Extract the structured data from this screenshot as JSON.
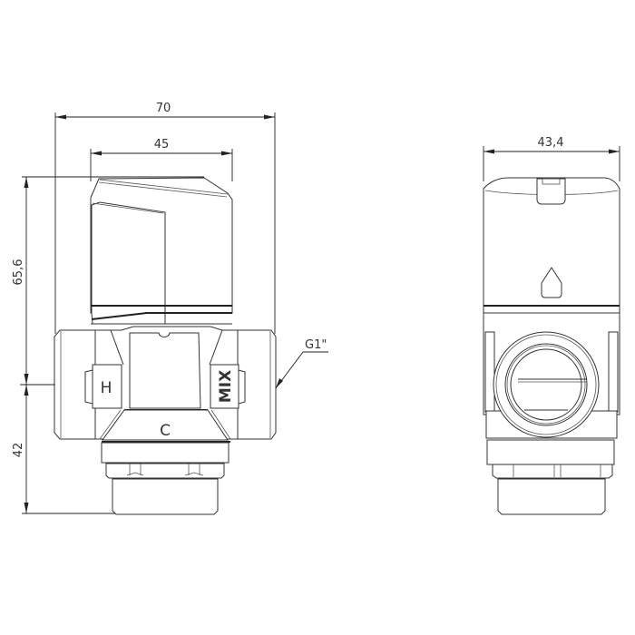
{
  "drawing": {
    "title": "Thermostatic mixing valve dimensional drawing",
    "views": [
      "front-view",
      "side-view"
    ],
    "dimensions": {
      "overall_width": "70",
      "head_width": "45",
      "upper_height": "65,6",
      "lower_height": "42",
      "side_width": "43,4",
      "thread": "G1\""
    },
    "port_labels": {
      "hot": "H",
      "cold": "C",
      "mix": "MIX"
    },
    "colors": {
      "line": "#333333",
      "background": "#ffffff"
    }
  }
}
